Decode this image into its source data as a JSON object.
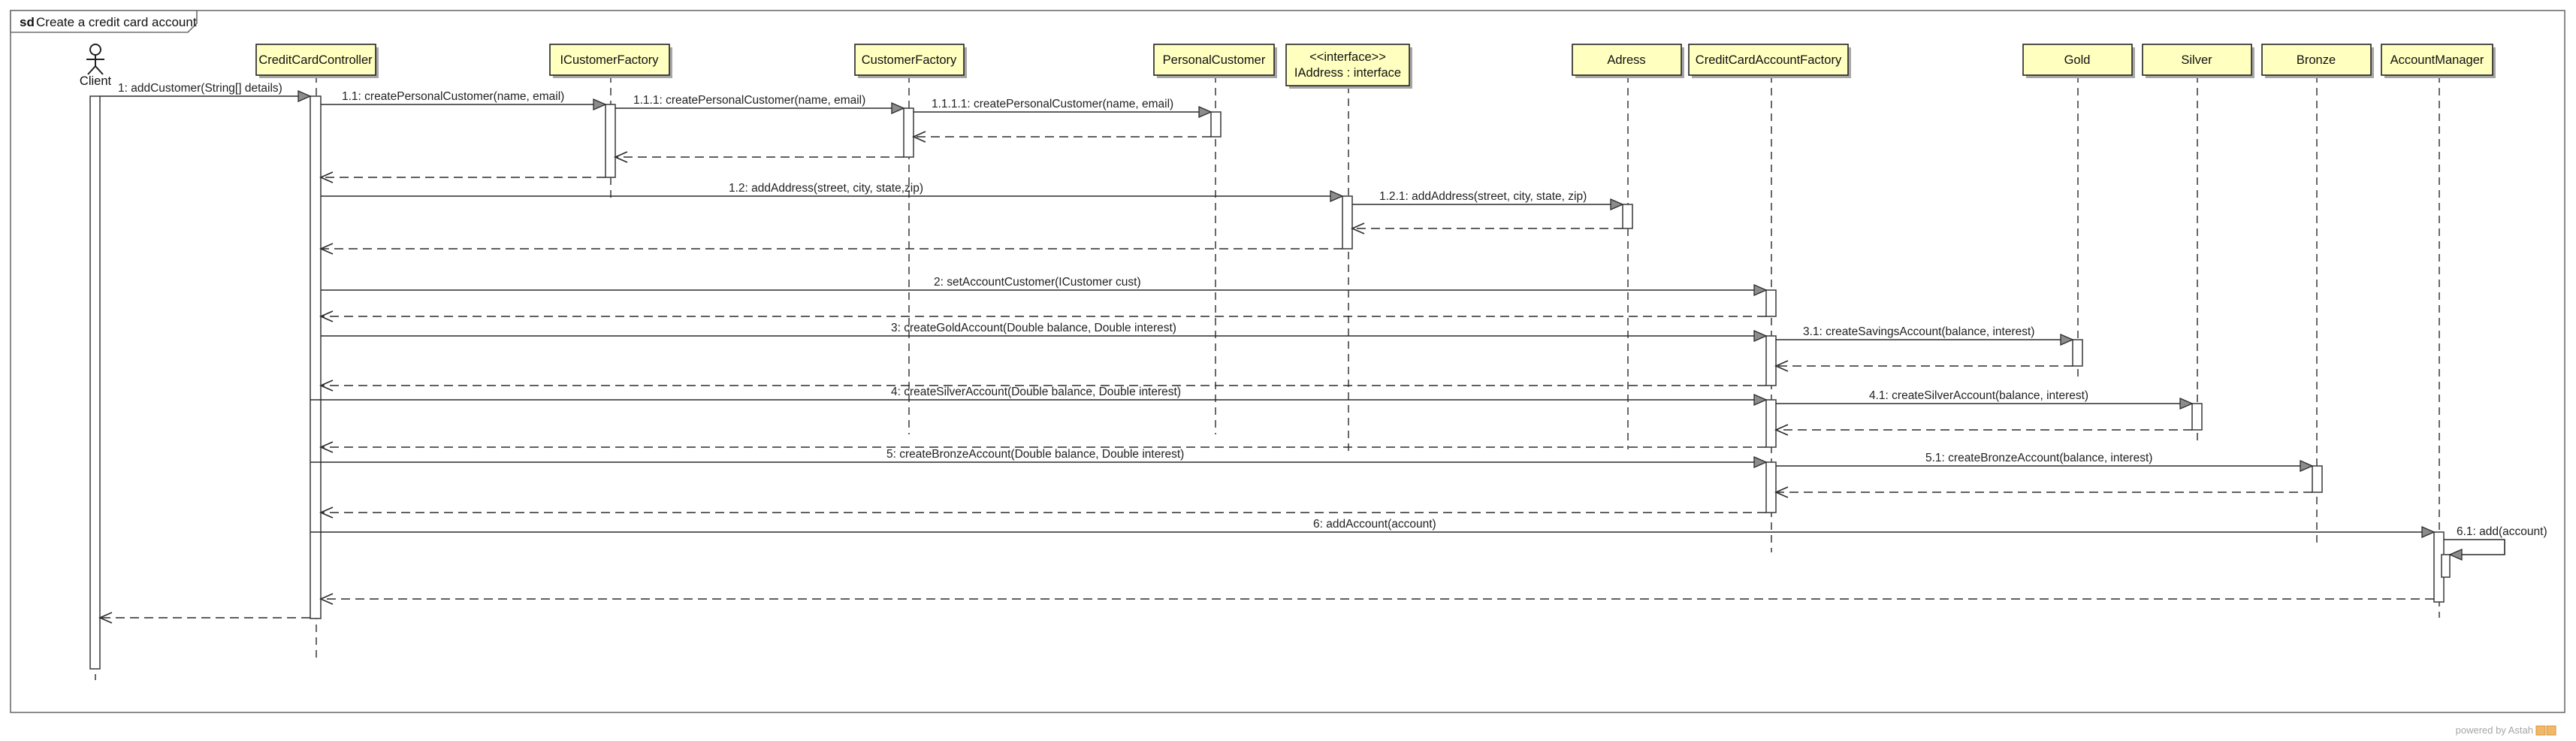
{
  "frame": {
    "keyword": "sd",
    "title": "Create a credit card account"
  },
  "actor": {
    "id": "client",
    "label": "Client"
  },
  "participants": [
    {
      "id": "ccc",
      "label": "CreditCardController"
    },
    {
      "id": "icf",
      "label": "ICustomerFactory"
    },
    {
      "id": "cf",
      "label": "CustomerFactory"
    },
    {
      "id": "pc",
      "label": "PersonalCustomer"
    },
    {
      "id": "ia",
      "stereotype": "<<interface>>",
      "label": "IAddress : interface"
    },
    {
      "id": "ad",
      "label": "Adress"
    },
    {
      "id": "ccaf",
      "label": "CreditCardAccountFactory"
    },
    {
      "id": "gold",
      "label": "Gold"
    },
    {
      "id": "silver",
      "label": "Silver"
    },
    {
      "id": "bronze",
      "label": "Bronze"
    },
    {
      "id": "am",
      "label": "AccountManager"
    }
  ],
  "messages": [
    {
      "id": "m1",
      "label": "1: addCustomer(String[] details)",
      "from": "client",
      "to": "ccc",
      "kind": "sync"
    },
    {
      "id": "m1_1",
      "label": "1.1: createPersonalCustomer(name, email)",
      "from": "ccc",
      "to": "icf",
      "kind": "sync"
    },
    {
      "id": "m1_1_1",
      "label": "1.1.1: createPersonalCustomer(name, email)",
      "from": "icf",
      "to": "cf",
      "kind": "sync"
    },
    {
      "id": "m1_1_1_1",
      "label": "1.1.1.1: createPersonalCustomer(name, email)",
      "from": "cf",
      "to": "pc",
      "kind": "sync"
    },
    {
      "id": "r1_1_1_1",
      "label": "",
      "from": "pc",
      "to": "cf",
      "kind": "return"
    },
    {
      "id": "r1_1_1",
      "label": "",
      "from": "cf",
      "to": "icf",
      "kind": "return"
    },
    {
      "id": "r1_1",
      "label": "",
      "from": "icf",
      "to": "ccc",
      "kind": "return"
    },
    {
      "id": "m1_2",
      "label": "1.2: addAddress(street, city, state,zip)",
      "from": "ccc",
      "to": "ia",
      "kind": "sync"
    },
    {
      "id": "m1_2_1",
      "label": "1.2.1: addAddress(street, city, state, zip)",
      "from": "ia",
      "to": "ad",
      "kind": "sync"
    },
    {
      "id": "r1_2_1",
      "label": "",
      "from": "ad",
      "to": "ia",
      "kind": "return"
    },
    {
      "id": "r1_2",
      "label": "",
      "from": "ia",
      "to": "ccc",
      "kind": "return"
    },
    {
      "id": "m2",
      "label": "2: setAccountCustomer(ICustomer cust)",
      "from": "ccc",
      "to": "ccaf",
      "kind": "sync"
    },
    {
      "id": "r2",
      "label": "",
      "from": "ccaf",
      "to": "ccc",
      "kind": "return"
    },
    {
      "id": "m3",
      "label": "3: createGoldAccount(Double balance, Double interest)",
      "from": "ccc",
      "to": "ccaf",
      "kind": "sync"
    },
    {
      "id": "m3_1",
      "label": "3.1: createSavingsAccount(balance, interest)",
      "from": "ccaf",
      "to": "gold",
      "kind": "sync"
    },
    {
      "id": "r3_1",
      "label": "",
      "from": "gold",
      "to": "ccaf",
      "kind": "return"
    },
    {
      "id": "r3",
      "label": "",
      "from": "ccaf",
      "to": "ccc",
      "kind": "return"
    },
    {
      "id": "m4",
      "label": "4: createSilverAccount(Double balance, Double interest)",
      "from": "ccc",
      "to": "ccaf",
      "kind": "sync"
    },
    {
      "id": "m4_1",
      "label": "4.1: createSilverAccount(balance, interest)",
      "from": "ccaf",
      "to": "silver",
      "kind": "sync"
    },
    {
      "id": "r4_1",
      "label": "",
      "from": "silver",
      "to": "ccaf",
      "kind": "return"
    },
    {
      "id": "r4",
      "label": "",
      "from": "ccaf",
      "to": "ccc",
      "kind": "return"
    },
    {
      "id": "m5",
      "label": "5: createBronzeAccount(Double balance, Double interest)",
      "from": "ccc",
      "to": "ccaf",
      "kind": "sync"
    },
    {
      "id": "m5_1",
      "label": "5.1: createBronzeAccount(balance, interest)",
      "from": "ccaf",
      "to": "bronze",
      "kind": "sync"
    },
    {
      "id": "r5_1",
      "label": "",
      "from": "bronze",
      "to": "ccaf",
      "kind": "return"
    },
    {
      "id": "r5",
      "label": "",
      "from": "ccaf",
      "to": "ccc",
      "kind": "return"
    },
    {
      "id": "m6",
      "label": "6: addAccount(account)",
      "from": "ccc",
      "to": "am",
      "kind": "sync"
    },
    {
      "id": "m6_1",
      "label": "6.1: add(account)",
      "from": "am",
      "to": "am",
      "kind": "self"
    },
    {
      "id": "r6",
      "label": "",
      "from": "am",
      "to": "ccc",
      "kind": "return"
    },
    {
      "id": "r1",
      "label": "",
      "from": "ccc",
      "to": "client",
      "kind": "return"
    }
  ],
  "footer": {
    "text": "powered by Astah",
    "logo_icon": "astah-logo-icon"
  }
}
